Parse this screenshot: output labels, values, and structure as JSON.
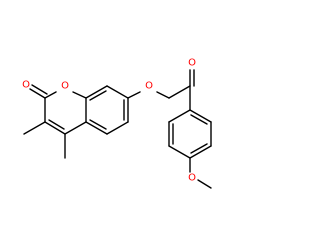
{
  "molecule": {
    "atom_color": "#ff0000",
    "bond_color": "#000000",
    "background": "#ffffff",
    "labels": {
      "carbonyl_lactone_O": "O",
      "ring_O": "O",
      "ether_O": "O",
      "ketone_O": "O",
      "methoxy_O": "O"
    }
  }
}
